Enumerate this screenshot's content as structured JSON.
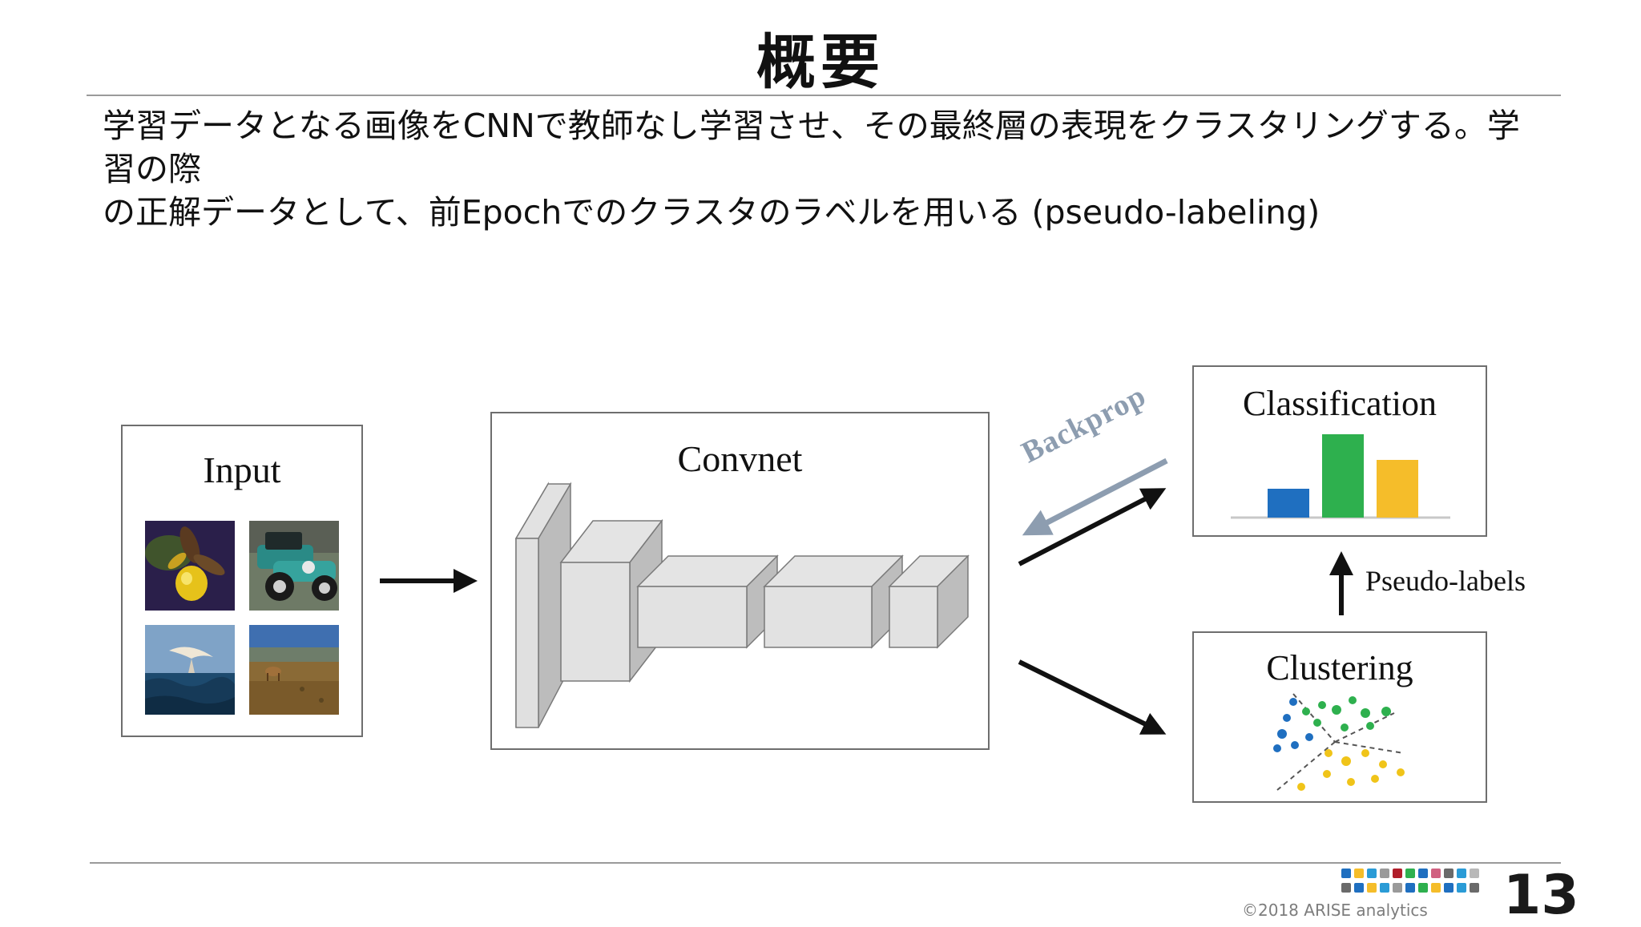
{
  "slide": {
    "title": "概要",
    "description_line1": "学習データとなる画像をCNNで教師なし学習させ、その最終層の表現をクラスタリングする。学習の際",
    "description_line2": "の正解データとして、前Epochでのクラスタのラベルを用いる (pseudo-labeling)",
    "footer_copyright": "©2018 ARISE analytics",
    "page_number": "13"
  },
  "diagram": {
    "input_label": "Input",
    "convnet_label": "Convnet",
    "backprop_label": "Backprop",
    "classification_label": "Classification",
    "clustering_label": "Clustering",
    "pseudo_labels_label": "Pseudo-labels",
    "input_images": [
      "orchid-flower-photo",
      "vintage-car-photo",
      "bird-over-sea-photo",
      "deer-in-field-photo"
    ],
    "classification_bar_colors": [
      "#1f6fc0",
      "#2eb04e",
      "#f5bd2a"
    ],
    "cluster_colors": [
      "#1f6fc0",
      "#2eb04e",
      "#f0c419"
    ]
  }
}
